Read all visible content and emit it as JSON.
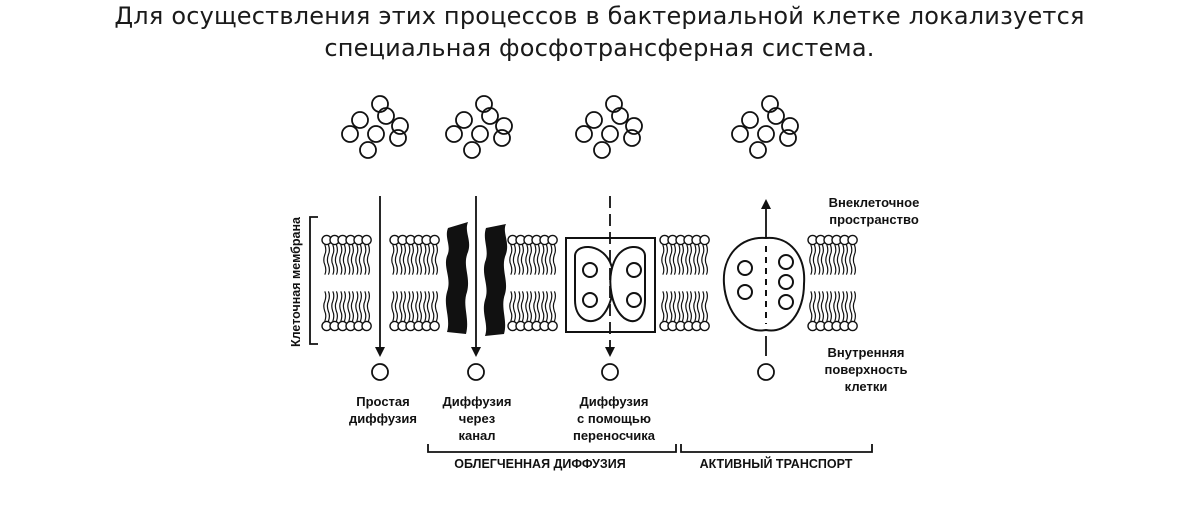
{
  "heading": {
    "line1": "Для осуществления этих процессов в бактериальной клетке локализуется",
    "line2": "специальная фосфотрансферная система."
  },
  "diagram": {
    "membrane_label": "Клеточная мембрана",
    "outside_label": [
      "Внеклеточное",
      "пространство"
    ],
    "inside_label": [
      "Внутренняя",
      "поверхность",
      "клетки"
    ],
    "mechanisms": [
      {
        "lines": [
          "Простая",
          "диффузия"
        ]
      },
      {
        "lines": [
          "Диффузия",
          "через",
          "канал"
        ]
      },
      {
        "lines": [
          "Диффузия",
          "с помощью",
          "переносчика"
        ]
      }
    ],
    "groups": {
      "facilitated": "ОБЛЕГЧЕННАЯ ДИФФУЗИЯ",
      "active": "АКТИВНЫЙ ТРАНСПОРТ"
    }
  }
}
